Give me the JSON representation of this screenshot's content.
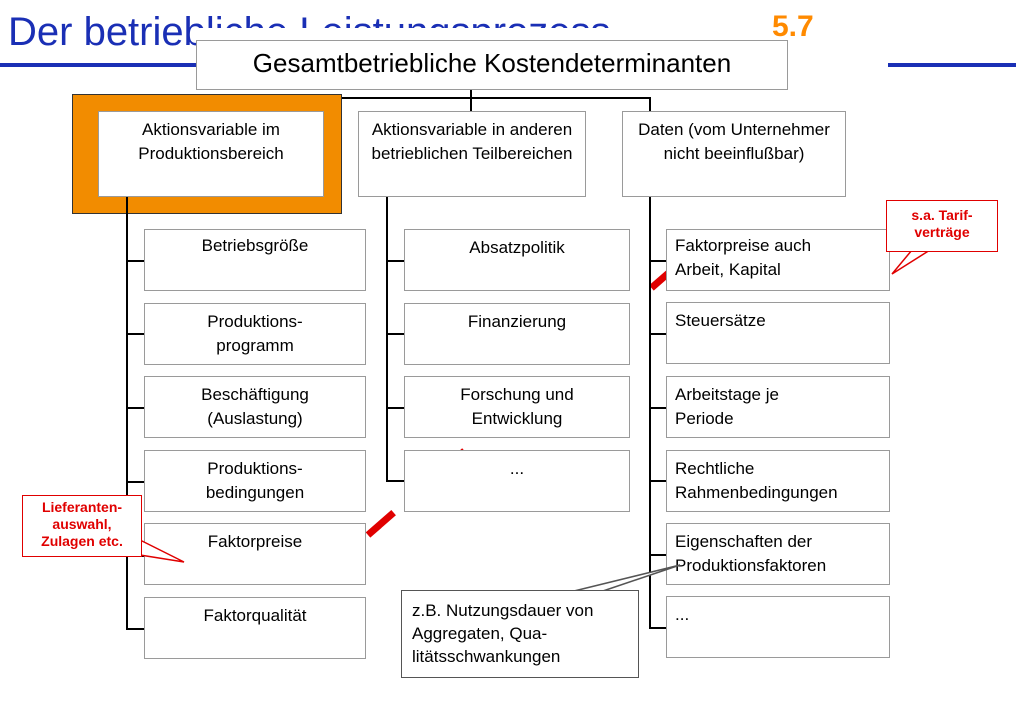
{
  "slide": {
    "title": "Der betriebliche Leistungsprozess",
    "number": "5.7"
  },
  "diagram": {
    "root": "Gesamtbetriebliche Kostendeterminanten",
    "categories": [
      {
        "label": "Aktionsvariable im Produktionsbereich",
        "highlighted": true,
        "items": [
          "Betriebsgröße",
          "Produktions-programm",
          "Beschäftigung (Auslastung)",
          "Produktions-bedingungen",
          "Faktorpreise",
          "Faktorqualität"
        ]
      },
      {
        "label": "Aktionsvariable in anderen betrieblichen Teilbereichen",
        "items": [
          "Absatzpolitik",
          "Finanzierung",
          "Forschung und Entwicklung",
          "..."
        ]
      },
      {
        "label": "Daten (vom Unternehmer nicht beeinflußbar)",
        "items": [
          "Faktorpreise auch Arbeit, Kapital",
          "Steuersätze",
          "Arbeitstage je Periode",
          "Rechtliche Rahmenbedingungen",
          "Eigenschaften der Produktionsfaktoren",
          "..."
        ]
      }
    ],
    "callouts": {
      "tarif": "s.a. Tarif-verträge",
      "lieferanten": "Lieferanten-auswahl, Zulagen etc.",
      "nutzung": "z.B. Nutzungsdauer von Aggregaten, Qua-litätsschwankungen"
    },
    "colors": {
      "highlight": "#f28c00",
      "title": "#1a2fb5",
      "accent": "#e00000"
    }
  }
}
